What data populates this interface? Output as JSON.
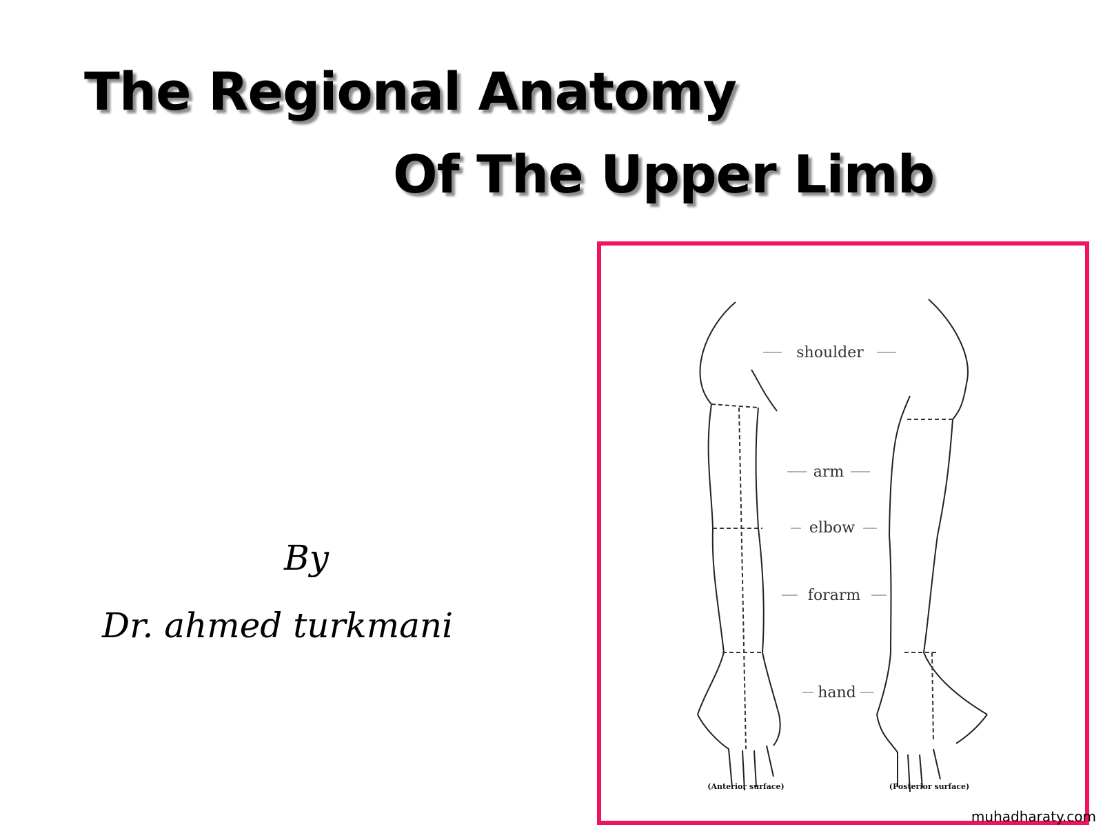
{
  "slide": {
    "title_line1": "The Regional Anatomy",
    "title_line2": "Of The Upper Limb",
    "by": "By",
    "author": "Dr. ahmed turkmani"
  },
  "figure": {
    "frame_color": "#f0145e",
    "labels": {
      "shoulder": "shoulder",
      "arm": "arm",
      "elbow": "elbow",
      "forearm": "forarm",
      "hand": "hand"
    },
    "captions": {
      "left": "(Anterior surface)",
      "right": "(Posterior surface)"
    }
  },
  "watermark": "muhadharaty.com"
}
